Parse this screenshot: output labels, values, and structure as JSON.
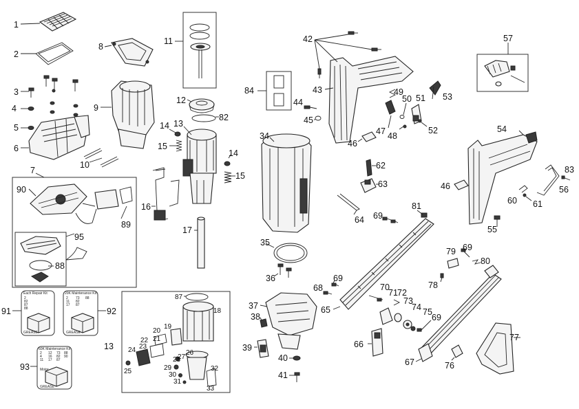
{
  "labels": {
    "p1": "1",
    "p2": "2",
    "p3": "3",
    "p4": "4",
    "p5": "5",
    "p6": "6",
    "p7": "7",
    "p8": "8",
    "p9": "9",
    "p10": "10",
    "p11": "11",
    "p12": "12",
    "p13a": "13",
    "p13b": "13",
    "p14a": "14",
    "p14b": "14",
    "p15a": "15",
    "p15b": "15",
    "p16": "16",
    "p17": "17",
    "p18": "18",
    "p19": "19",
    "p20": "20",
    "p21": "21",
    "p22": "22",
    "p23": "23",
    "p24": "24",
    "p25": "25",
    "p26": "26",
    "p27": "27",
    "p28": "28",
    "p29": "29",
    "p30": "30",
    "p31": "31",
    "p32": "32",
    "p33": "33",
    "p34": "34",
    "p35": "35",
    "p36": "36",
    "p37": "37",
    "p38": "38",
    "p39": "39",
    "p40": "40",
    "p41": "41",
    "p42": "42",
    "p43": "43",
    "p44": "44",
    "p45": "45",
    "p46a": "46",
    "p46b": "46",
    "p47": "47",
    "p48": "48",
    "p49": "49",
    "p50": "50",
    "p51": "51",
    "p52": "52",
    "p53": "53",
    "p54": "54",
    "p55": "55",
    "p56": "56",
    "p57": "57",
    "p60": "60",
    "p61": "61",
    "p62": "62",
    "p63": "63",
    "p64": "64",
    "p65": "65",
    "p66": "66",
    "p67": "67",
    "p68": "68",
    "p69a": "69",
    "p69b": "69",
    "p69c": "69",
    "p69d": "69",
    "p70": "70",
    "p71": "71",
    "p72": "72",
    "p73": "73",
    "p74": "74",
    "p75": "75",
    "p76": "76",
    "p77": "77",
    "p78": "78",
    "p79": "79",
    "p80": "80",
    "p81": "81",
    "p82": "82",
    "p83": "83",
    "p84": "84",
    "p87": "87",
    "p88": "88",
    "p89": "89",
    "p90": "90",
    "p91": "91",
    "p92": "92",
    "p93": "93",
    "p95": "95"
  },
  "kits": {
    "repair": {
      "title": "Each Repair Kit",
      "codes": [
        "2",
        "82",
        "87",
        "88"
      ],
      "grease": "GREASE"
    },
    "k20": {
      "title": "20K Maintenance Kit",
      "codes": [
        "2",
        "73",
        "88",
        "11",
        "82",
        "17",
        "87"
      ],
      "grease": "GREASE"
    },
    "k60": {
      "title": "60K Maintenance Kit",
      "codes": [
        "2",
        "12",
        "73",
        "88",
        "4",
        "16",
        "82",
        "90",
        "11",
        "17",
        "87"
      ],
      "motor": "Motor",
      "grease": "GREASE"
    }
  }
}
